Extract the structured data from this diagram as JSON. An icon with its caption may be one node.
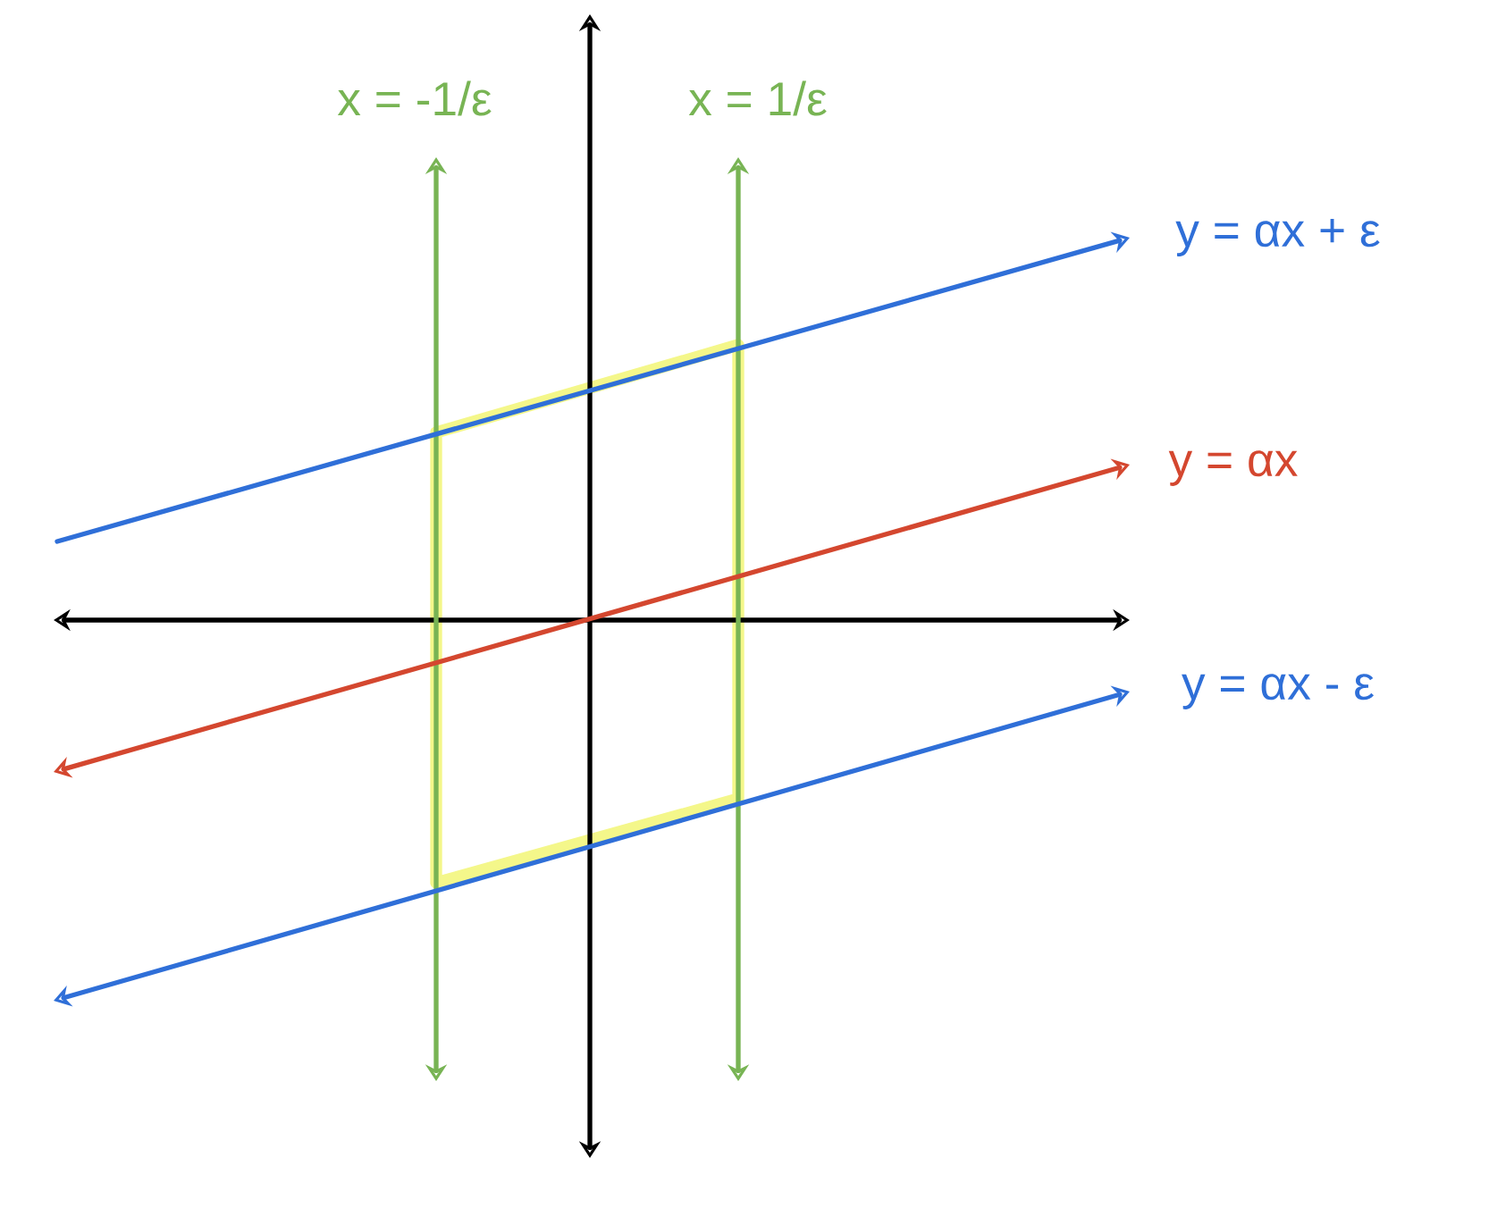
{
  "diagram": {
    "labels": [
      "x = -1/ε",
      "x = 1/ε",
      "y = αx + ε",
      "y = αx",
      "y = αx - ε"
    ]
  }
}
